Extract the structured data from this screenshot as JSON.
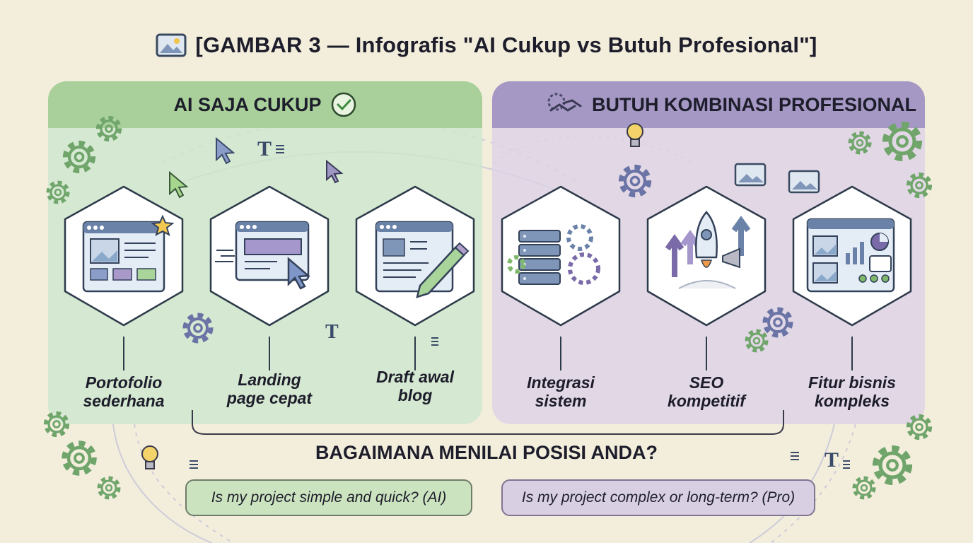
{
  "title": "[GAMBAR 3 — Infografis \"AI Cukup vs Butuh Profesional\"]",
  "left_panel": {
    "heading": "AI SAJA CUKUP",
    "items": [
      {
        "label_line1": "Portofolio",
        "label_line2": "sederhana",
        "icon": "portfolio-window-icon"
      },
      {
        "label_line1": "Landing",
        "label_line2": "page cepat",
        "icon": "landing-page-cursor-icon"
      },
      {
        "label_line1": "Draft awal",
        "label_line2": "blog",
        "icon": "blog-draft-pencil-icon"
      }
    ]
  },
  "right_panel": {
    "heading": "BUTUH KOMBINASI PROFESIONAL",
    "items": [
      {
        "label_line1": "Integrasi",
        "label_line2": "sistem",
        "icon": "server-gears-icon"
      },
      {
        "label_line1": "SEO",
        "label_line2": "kompetitif",
        "icon": "rocket-growth-icon"
      },
      {
        "label_line1": "Fitur bisnis",
        "label_line2": "kompleks",
        "icon": "business-dashboard-icon"
      }
    ]
  },
  "question": "BAGAIMANA MENILAI POSISI ANDA?",
  "options": {
    "ai": "Is my project simple and quick? (AI)",
    "pro": "Is my project complex or long-term? (Pro)"
  },
  "colors": {
    "green_panel": "#cee7ce",
    "green_header": "#a9d09a",
    "purple_panel": "#ddd2e7",
    "purple_header": "#a598c4",
    "background": "#f3eedc"
  }
}
